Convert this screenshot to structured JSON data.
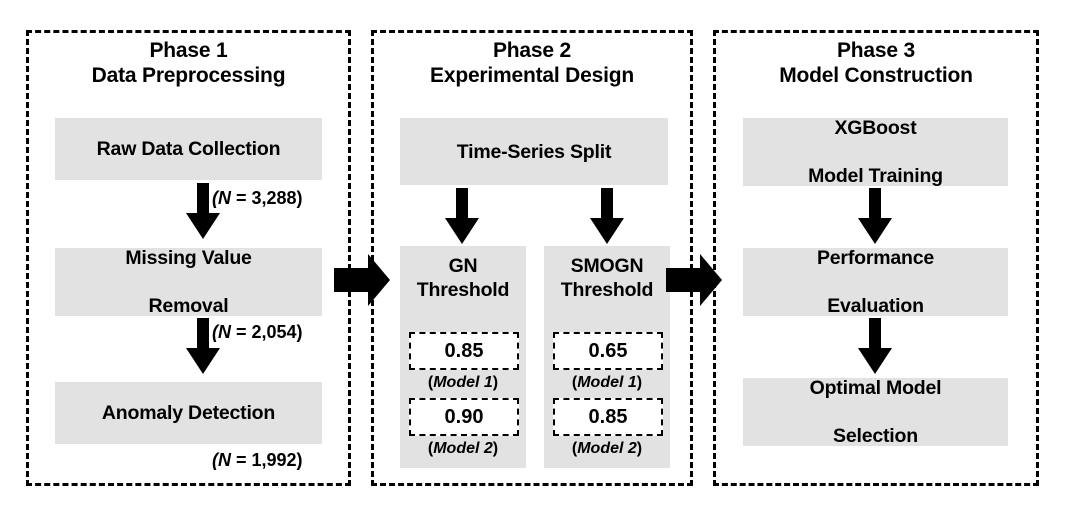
{
  "diagram": {
    "title": "Three-phase research methodology flowchart",
    "box_fill": "#e2e2e2",
    "border_color": "#000000"
  },
  "phases": [
    {
      "id": "phase1",
      "heading_line1": "Phase 1",
      "heading_line2": "Data Preprocessing",
      "steps": [
        {
          "label": "Raw Data Collection",
          "label_line2": ""
        },
        {
          "label": "Missing Value",
          "label_line2": "Removal"
        },
        {
          "label": "Anomaly Detection",
          "label_line2": ""
        }
      ],
      "counts": [
        {
          "text": "(N = 3,288)",
          "n_symbol": "N",
          "prefix": "(",
          "body": " = 3,288)"
        },
        {
          "text": "(N = 2,054)",
          "n_symbol": "N",
          "prefix": "(",
          "body": " = 2,054)"
        },
        {
          "text": "(N = 1,992)",
          "n_symbol": "N",
          "prefix": "(",
          "body": " = 1,992)"
        }
      ]
    },
    {
      "id": "phase2",
      "heading_line1": "Phase 2",
      "heading_line2": "Experimental Design",
      "top_step": "Time-Series Split",
      "columns": [
        {
          "head_line1": "GN",
          "head_line2": "Threshold",
          "thresholds": [
            {
              "value": "0.85",
              "model": "Model 1"
            },
            {
              "value": "0.90",
              "model": "Model 2"
            }
          ]
        },
        {
          "head_line1": "SMOGN",
          "head_line2": "Threshold",
          "thresholds": [
            {
              "value": "0.65",
              "model": "Model 1"
            },
            {
              "value": "0.85",
              "model": "Model 2"
            }
          ]
        }
      ]
    },
    {
      "id": "phase3",
      "heading_line1": "Phase 3",
      "heading_line2": "Model Construction",
      "steps": [
        {
          "label": "XGBoost",
          "label_line2": "Model Training"
        },
        {
          "label": "Performance",
          "label_line2": "Evaluation"
        },
        {
          "label": "Optimal Model",
          "label_line2": "Selection"
        }
      ]
    }
  ],
  "connectors": {
    "phase1_to_phase2": "block-arrow-right",
    "phase2_to_phase3": "block-arrow-right",
    "vertical": "arrow-down"
  }
}
